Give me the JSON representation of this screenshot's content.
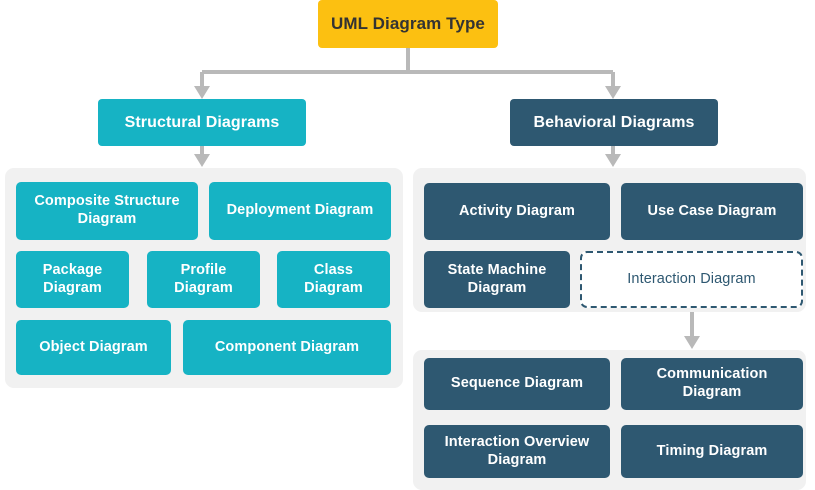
{
  "diagram": {
    "title": "UML Diagram Type",
    "colors": {
      "root_fill": "#fcc011",
      "root_text": "#333333",
      "structural_fill": "#16b3c4",
      "behavioral_fill": "#2e5871",
      "panel_fill": "#f1f1f1",
      "connector": "#b9b9b9",
      "dashed_border": "#2e5871",
      "page_background": "#ffffff"
    },
    "root": {
      "label": "UML Diagram Type"
    },
    "branches": [
      {
        "label": "Structural Diagrams",
        "style": "teal",
        "children": [
          {
            "label": "Composite Structure\nDiagram"
          },
          {
            "label": "Deployment Diagram"
          },
          {
            "label": "Package\nDiagram"
          },
          {
            "label": "Profile\nDiagram"
          },
          {
            "label": "Class\nDiagram"
          },
          {
            "label": "Object Diagram"
          },
          {
            "label": "Component Diagram"
          }
        ]
      },
      {
        "label": "Behavioral Diagrams",
        "style": "slate",
        "children": [
          {
            "label": "Activity Diagram"
          },
          {
            "label": "Use Case Diagram"
          },
          {
            "label": "State Machine\nDiagram"
          },
          {
            "label": "Interaction Diagram",
            "style": "dashed"
          }
        ],
        "subgroup": [
          {
            "label": "Sequence Diagram"
          },
          {
            "label": "Communication\nDiagram"
          },
          {
            "label": "Interaction Overview\nDiagram"
          },
          {
            "label": "Timing Diagram"
          }
        ]
      }
    ]
  }
}
